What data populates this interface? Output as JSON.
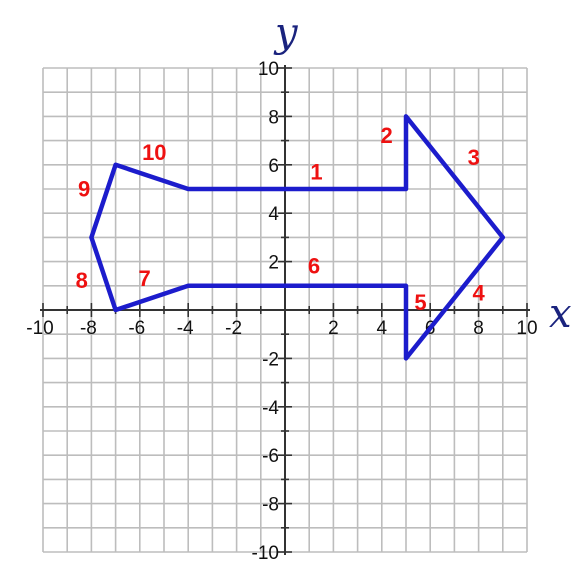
{
  "chart_data": {
    "type": "diagram",
    "x_label": "x",
    "y_label": "y",
    "xlim": [
      -10,
      10
    ],
    "ylim": [
      -10,
      10
    ],
    "grid_step": 1,
    "tick_step": 2,
    "grid": true,
    "x_tick_labels": [
      "-10",
      "-8",
      "-6",
      "-4",
      "-2",
      "2",
      "4",
      "6",
      "8",
      "10"
    ],
    "y_tick_labels": [
      "10",
      "8",
      "6",
      "4",
      "2",
      "-2",
      "-4",
      "-6",
      "-8",
      "-10"
    ],
    "polygon": [
      [
        -4,
        5
      ],
      [
        5,
        5
      ],
      [
        5,
        8
      ],
      [
        9,
        3
      ],
      [
        5,
        -2
      ],
      [
        5,
        1
      ],
      [
        -4,
        1
      ],
      [
        -7,
        0
      ],
      [
        -8,
        3
      ],
      [
        -7,
        6
      ]
    ],
    "segment_labels": [
      {
        "text": "1",
        "x": 1.3,
        "y": 5.4
      },
      {
        "text": "2",
        "x": 4.2,
        "y": 6.9
      },
      {
        "text": "3",
        "x": 7.8,
        "y": 6.0
      },
      {
        "text": "4",
        "x": 8.0,
        "y": 0.4
      },
      {
        "text": "5",
        "x": 5.6,
        "y": 0.0
      },
      {
        "text": "6",
        "x": 1.2,
        "y": 1.5
      },
      {
        "text": "7",
        "x": -5.8,
        "y": 1.0
      },
      {
        "text": "8",
        "x": -8.4,
        "y": 0.9
      },
      {
        "text": "9",
        "x": -8.3,
        "y": 4.7
      },
      {
        "text": "10",
        "x": -5.4,
        "y": 6.2
      }
    ],
    "colors": {
      "grid": "#bdbdbd",
      "axis": "#333333",
      "polygon": "#1c1ccc",
      "labels": "#ee1111",
      "axis_names": "#1a237e"
    }
  }
}
